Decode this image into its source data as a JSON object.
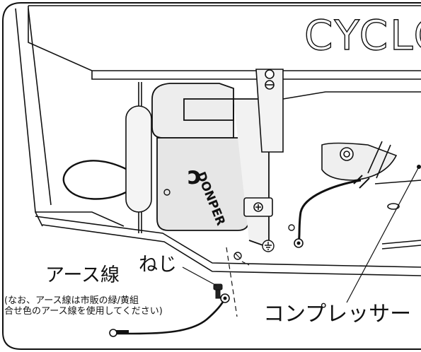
{
  "labels": {
    "brand_text": "CYCLO",
    "compressor_brand": "DONPER",
    "earth_wire": "アース線",
    "screw": "ねじ",
    "note_line1": "(なお、アース線は市販の緑/黄組",
    "note_line2": "合せ色のアース線を使用してください)",
    "compressor": "コンプレッサー"
  }
}
